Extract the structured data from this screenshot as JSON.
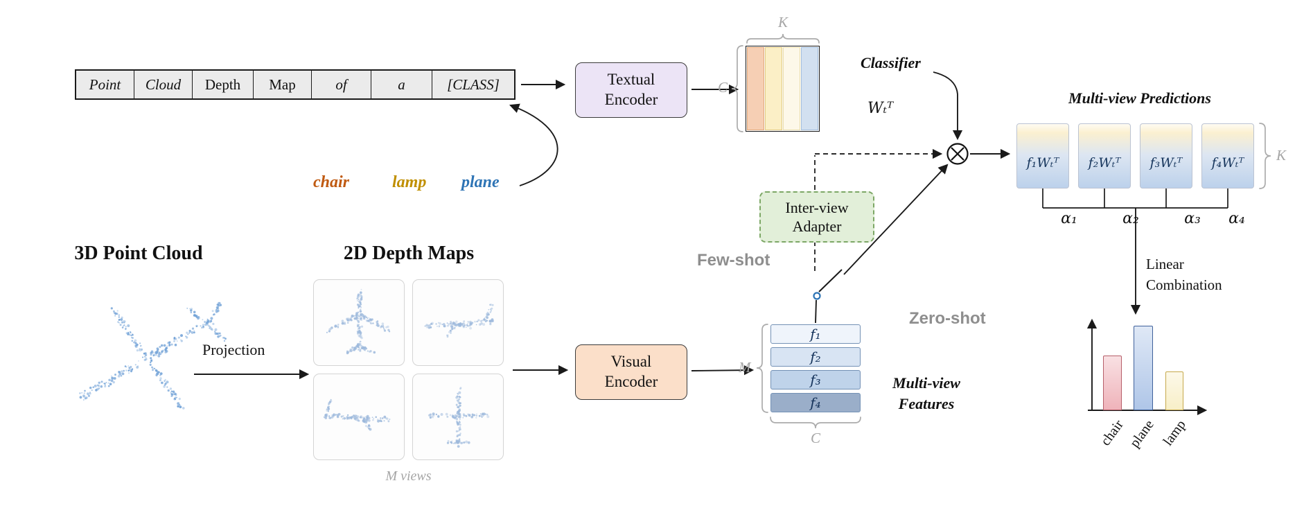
{
  "prompt": {
    "tokens": [
      "Point",
      "Cloud",
      "Depth",
      "Map",
      "of",
      "a",
      "[CLASS]"
    ],
    "class_words": [
      {
        "text": "chair",
        "color": "#C05A11"
      },
      {
        "text": "lamp",
        "color": "#C08F00"
      },
      {
        "text": "plane",
        "color": "#2E74B5"
      }
    ]
  },
  "textual_encoder": {
    "line1": "Textual",
    "line2": "Encoder"
  },
  "visual_encoder": {
    "line1": "Visual",
    "line2": "Encoder"
  },
  "adapter": {
    "line1": "Inter-view",
    "line2": "Adapter"
  },
  "classifier": {
    "title": "Classifier",
    "weights": "Wₜᵀ",
    "dim_k": "K",
    "dim_c": "C"
  },
  "modes": {
    "few_shot": "Few-shot",
    "zero_shot": "Zero-shot"
  },
  "point_cloud": {
    "title": "3D Point Cloud"
  },
  "depth_maps": {
    "title": "2D Depth Maps",
    "projection": "Projection",
    "views_caption": "M views"
  },
  "features": {
    "items": [
      "f₁",
      "f₂",
      "f₃",
      "f₄"
    ],
    "dim_m": "M",
    "dim_c": "C",
    "caption_line1": "Multi-view",
    "caption_line2": "Features"
  },
  "predictions": {
    "title": "Multi-view Predictions",
    "items": [
      "f₁Wₜᵀ",
      "f₂Wₜᵀ",
      "f₃Wₜᵀ",
      "f₄Wₜᵀ"
    ],
    "alphas": [
      "α₁",
      "α₂",
      "α₃",
      "α₄"
    ],
    "dim_k": "K"
  },
  "combination": {
    "line1": "Linear",
    "line2": "Combination"
  },
  "result_chart": {
    "type": "bar",
    "categories": [
      "chair",
      "plane",
      "lamp"
    ],
    "values": [
      0.62,
      0.95,
      0.44
    ],
    "colors": [
      "#EFB3BA",
      "#AFC6E8",
      "#F8EFC8"
    ],
    "border_colors": [
      "#B65E69",
      "#3F619B",
      "#C6A94A"
    ]
  }
}
